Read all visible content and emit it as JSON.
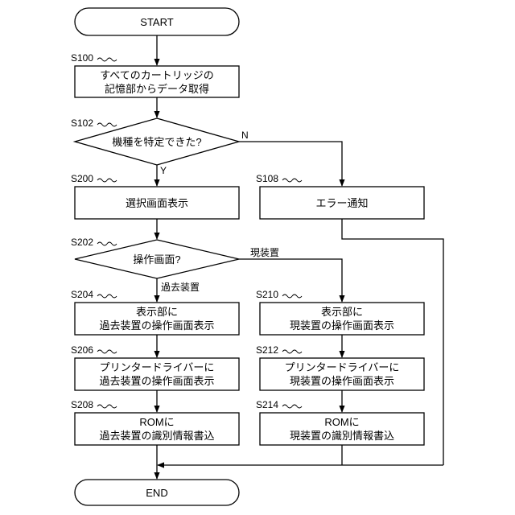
{
  "terminals": {
    "start": "START",
    "end": "END"
  },
  "steps": {
    "s100": {
      "id": "S100",
      "lines": [
        "すべてのカートリッジの",
        "記憶部からデータ取得"
      ]
    },
    "s200": {
      "id": "S200",
      "lines": [
        "選択画面表示"
      ]
    },
    "s108": {
      "id": "S108",
      "lines": [
        "エラー通知"
      ]
    },
    "s204": {
      "id": "S204",
      "lines": [
        "表示部に",
        "過去装置の操作画面表示"
      ]
    },
    "s210": {
      "id": "S210",
      "lines": [
        "表示部に",
        "現装置の操作画面表示"
      ]
    },
    "s206": {
      "id": "S206",
      "lines": [
        "プリンタードライバーに",
        "過去装置の操作画面表示"
      ]
    },
    "s212": {
      "id": "S212",
      "lines": [
        "プリンタードライバーに",
        "現装置の操作画面表示"
      ]
    },
    "s208": {
      "id": "S208",
      "lines": [
        "ROMに",
        "過去装置の識別情報書込"
      ]
    },
    "s214": {
      "id": "S214",
      "lines": [
        "ROMに",
        "現装置の識別情報書込"
      ]
    }
  },
  "decisions": {
    "s102": {
      "id": "S102",
      "text": "機種を特定できた?"
    },
    "s202": {
      "id": "S202",
      "text": "操作画面?"
    }
  },
  "branch_labels": {
    "yes": "Y",
    "no": "N",
    "current_device": "現装置",
    "past_device": "過去装置"
  }
}
